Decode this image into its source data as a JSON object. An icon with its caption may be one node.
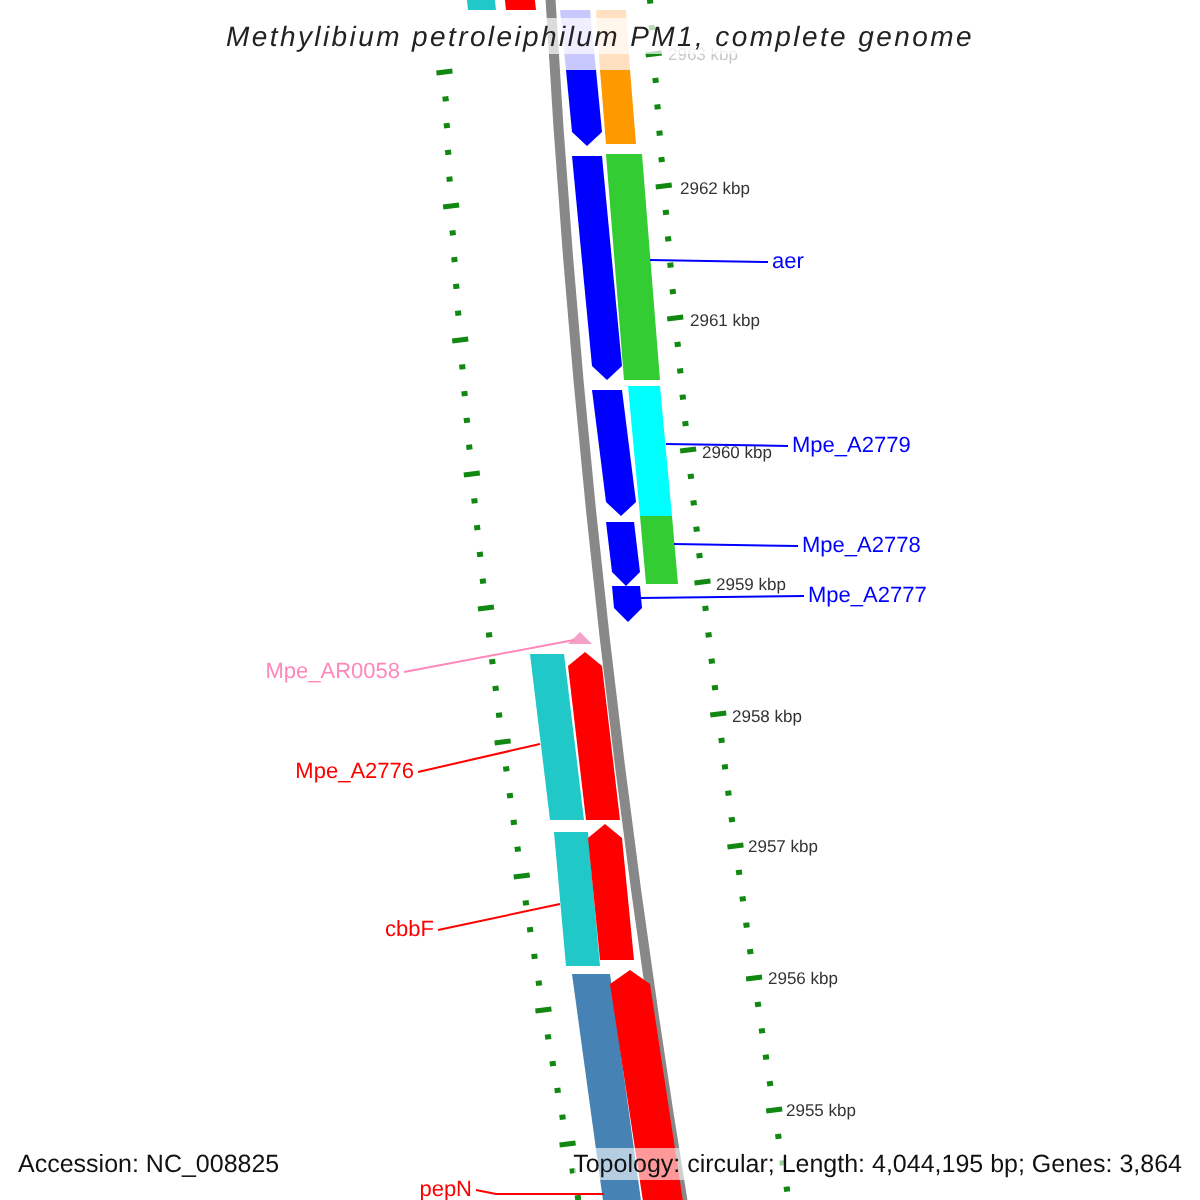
{
  "diagram": {
    "title": "Methylibium petroleiphilum PM1, complete genome",
    "nodes": [
      {
        "text": [
          "aer"
        ]
      },
      {
        "text": [
          "Mpe_A2779"
        ]
      },
      {
        "text": [
          "Mpe_A2778"
        ]
      },
      {
        "text": [
          "Mpe_A2777"
        ]
      },
      {
        "text": [
          "Mpe_AR0058"
        ]
      },
      {
        "text": [
          "Mpe_A2776"
        ]
      },
      {
        "text": [
          "cbbF"
        ]
      },
      {
        "text": [
          "pepN"
        ]
      },
      {
        "text": [],
        "shape": "bar"
      },
      {
        "text": [],
        "shape": "bar"
      },
      {
        "text": [],
        "shape": "bar"
      },
      {
        "text": [],
        "shape": "bar"
      },
      {
        "text": [],
        "shape": "bar"
      },
      {
        "text": [],
        "shape": "bar"
      },
      {
        "text": [],
        "shape": "bar"
      },
      {
        "text": [],
        "shape": "bar"
      },
      {
        "text": [],
        "shape": "bar"
      },
      {
        "text": [],
        "shape": "bar"
      },
      {
        "text": [],
        "shape": "bar"
      },
      {
        "text": [],
        "shape": "bar"
      },
      {
        "text": [],
        "shape": "bar"
      },
      {
        "text": [],
        "shape": "triangle"
      },
      {
        "text": [],
        "shape": "bar"
      },
      {
        "text": [],
        "shape": "bar"
      },
      {
        "text": [],
        "shape": "bar"
      },
      {
        "text": [],
        "shape": "bar"
      },
      {
        "text": [],
        "shape": "bar"
      },
      {
        "text": [],
        "shape": "bar"
      }
    ],
    "edges": [
      {
        "from": 0,
        "to": 14,
        "arrow": "none",
        "color": "#0000ff"
      },
      {
        "from": 1,
        "to": 16,
        "arrow": "none",
        "color": "#0000ff"
      },
      {
        "from": 2,
        "to": 18,
        "arrow": "none",
        "color": "#0000ff"
      },
      {
        "from": 3,
        "to": 20,
        "arrow": "none",
        "color": "#0000ff"
      },
      {
        "from": 4,
        "to": 21,
        "arrow": "none",
        "color": "#ff88bb"
      },
      {
        "from": 5,
        "to": 22,
        "arrow": "none",
        "color": "#ff0000"
      },
      {
        "from": 6,
        "to": 24,
        "arrow": "none",
        "color": "#ff0000"
      },
      {
        "from": 7,
        "to": 26,
        "arrow": "none",
        "color": "#ff0000"
      }
    ],
    "labels": [
      "2963 kbp",
      "2962 kbp",
      "2961 kbp",
      "2960 kbp",
      "2959 kbp",
      "2958 kbp",
      "2957 kbp",
      "2956 kbp",
      "2955 kbp",
      "Accession: NC_008825",
      "Topology: circular; Length: 4,044,195 bp; Genes: 3,864"
    ]
  }
}
